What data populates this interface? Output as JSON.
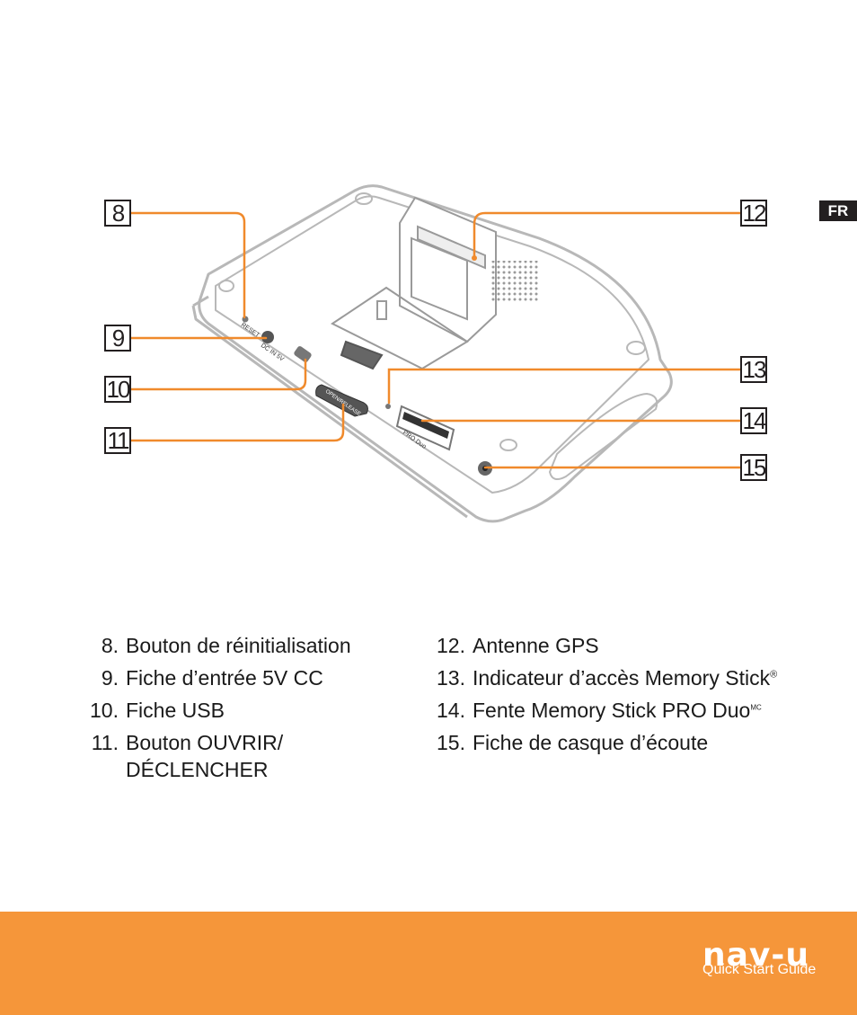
{
  "lang_tab": "FR",
  "callouts": [
    "8",
    "9",
    "10",
    "11",
    "12",
    "13",
    "14",
    "15"
  ],
  "device_markings": {
    "reset": "RESET",
    "dc_in": "DC IN 5V",
    "open_release": "OPEN/RELEASE",
    "pro_duo": "PRO Duo"
  },
  "legend": {
    "left": [
      {
        "num": "8.",
        "text": "Bouton de réinitialisation"
      },
      {
        "num": "9.",
        "text": "Fiche d’entrée 5V CC"
      },
      {
        "num": "10.",
        "text": "Fiche USB"
      },
      {
        "num": "11.",
        "text": "Bouton OUVRIR/"
      },
      {
        "num": "",
        "text": "DÉCLENCHER"
      }
    ],
    "right": [
      {
        "num": "12.",
        "text": "Antenne GPS"
      },
      {
        "num": "13.",
        "text": "Indicateur d’accès Memory Stick",
        "sup": "®"
      },
      {
        "num": "14.",
        "text": "Fente Memory Stick PRO Duo",
        "sup": "MC"
      },
      {
        "num": "15.",
        "text": "Fiche de casque d’écoute"
      }
    ]
  },
  "footer": {
    "logo": "nav-u",
    "subtitle": "Quick Start Guide"
  },
  "colors": {
    "accent": "#f5963a",
    "leader": "#f08a2c",
    "device_outline": "#b8b8b8",
    "dark": "#231f20"
  }
}
